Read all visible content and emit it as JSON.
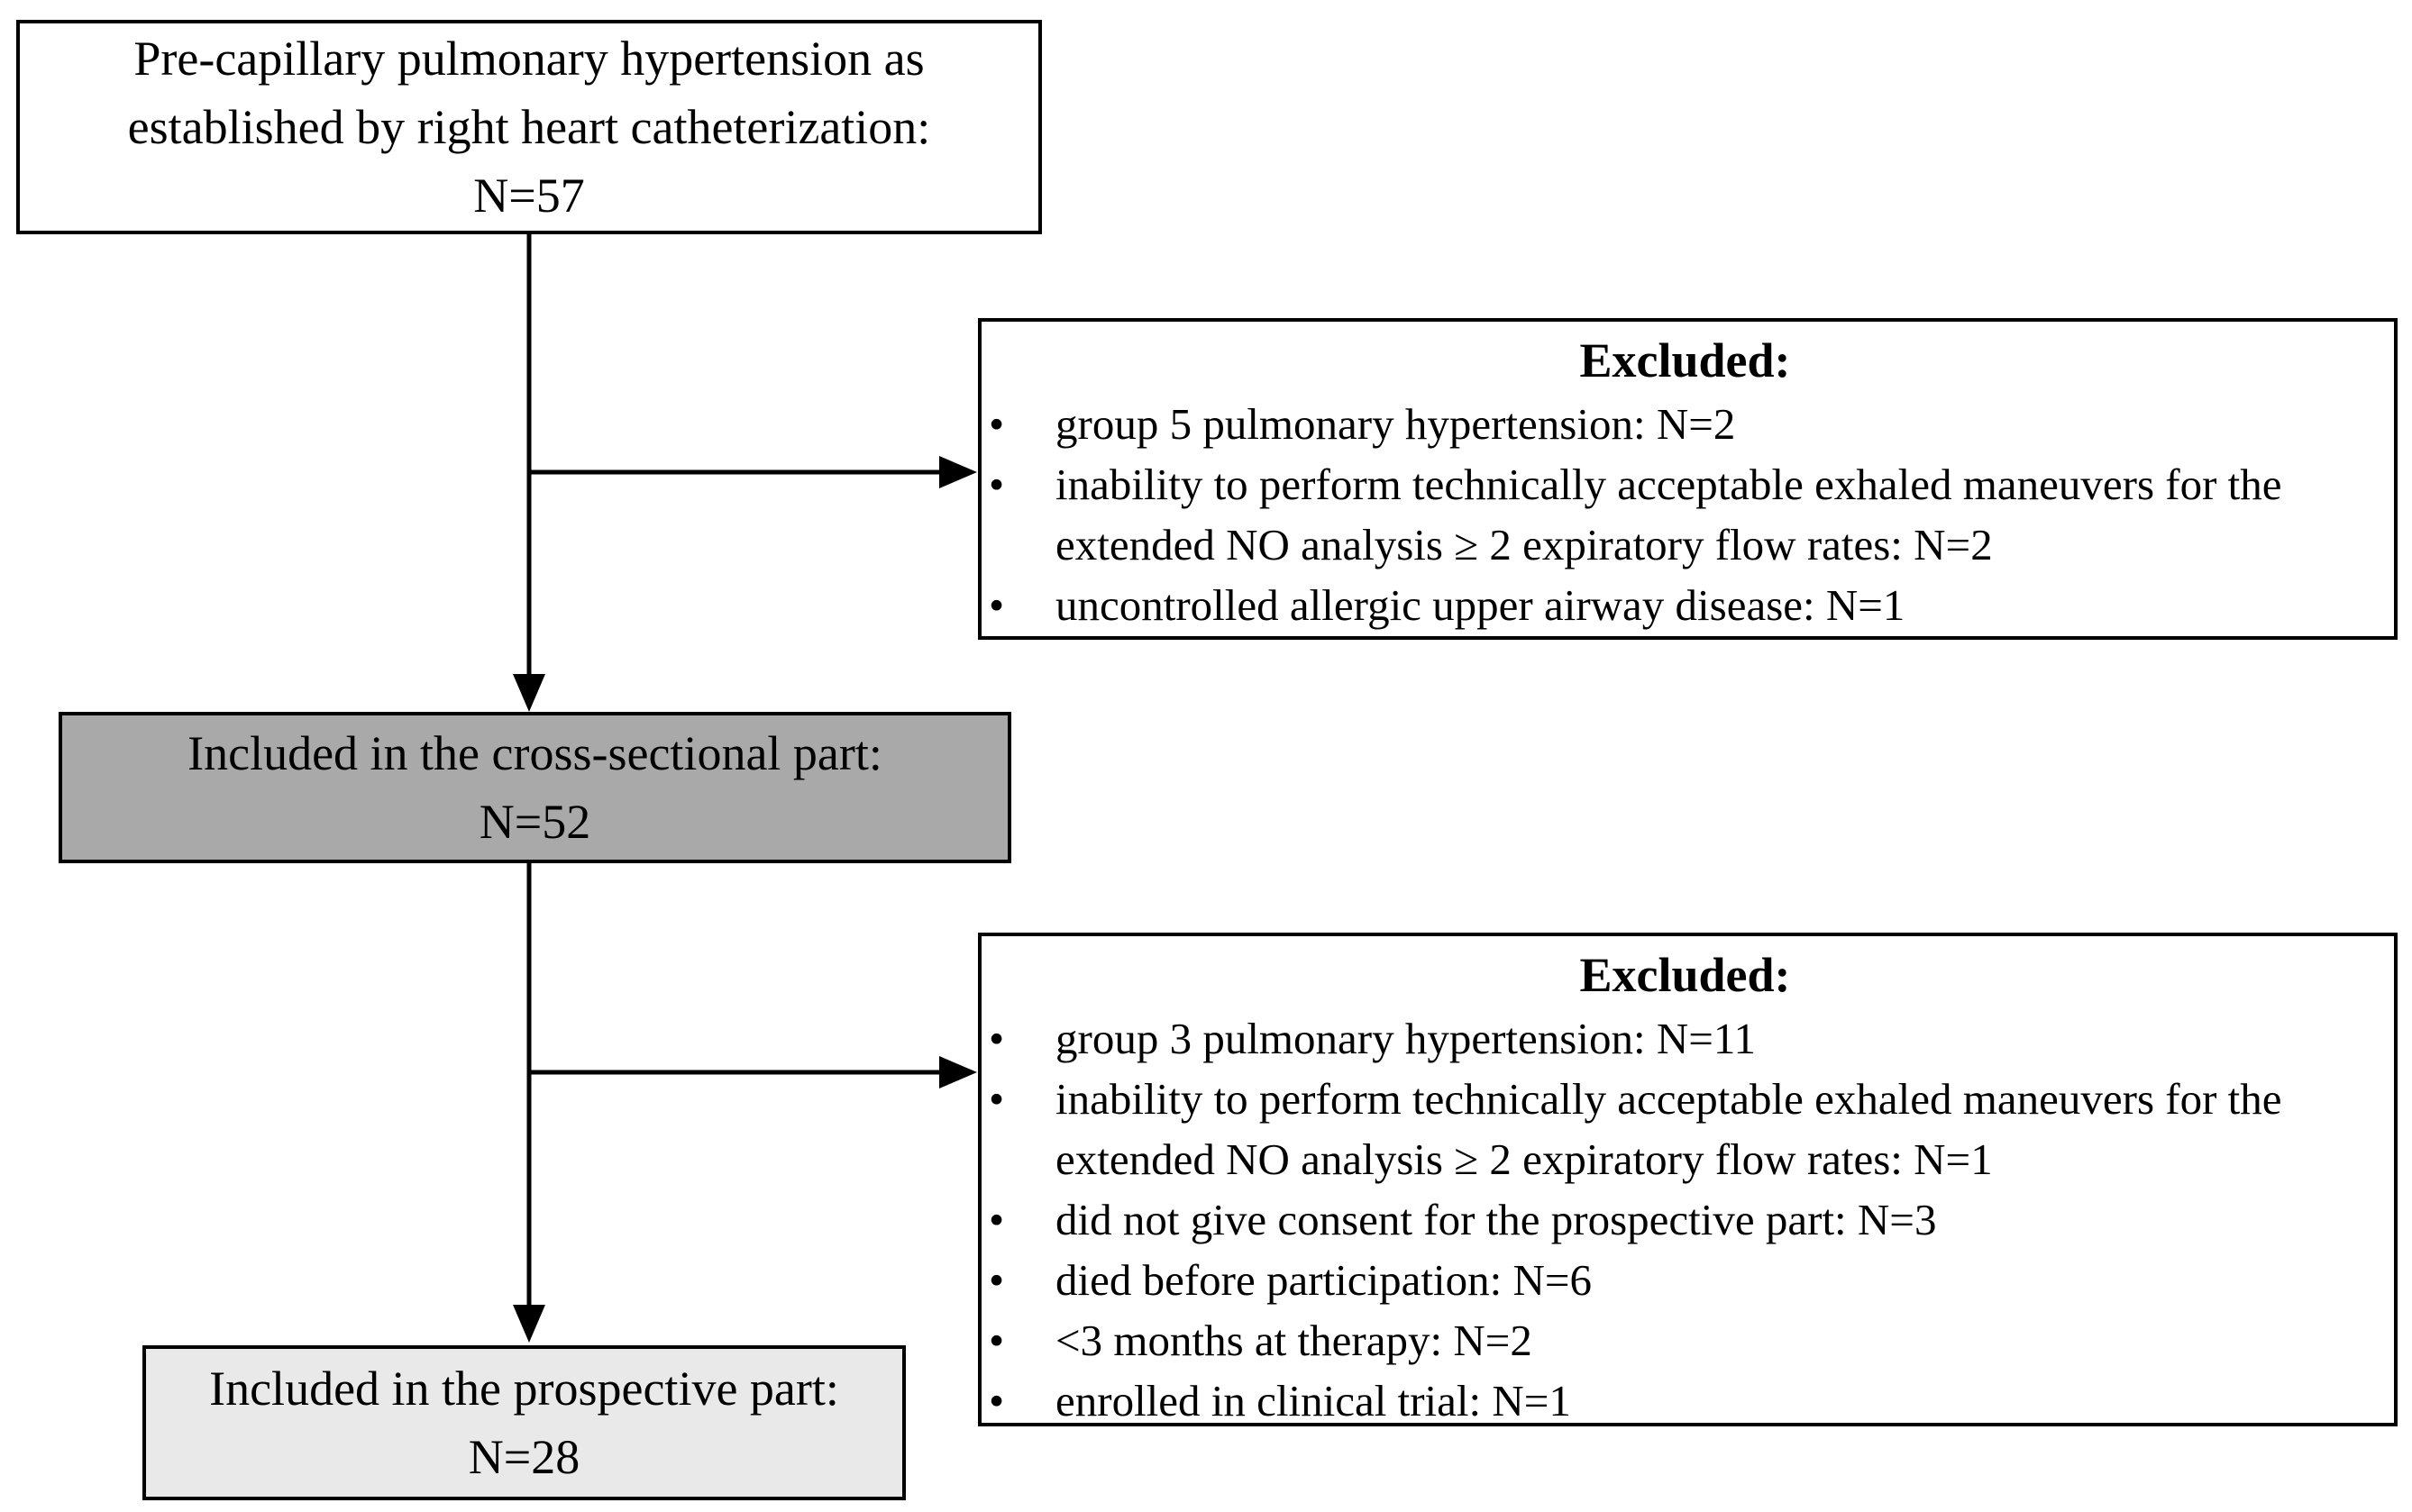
{
  "glyphs": {
    "bullet": "•"
  },
  "flowchart": {
    "source": {
      "label": "Pre-capillary pulmonary hypertension as established by right heart catheterization:",
      "count": "N=57"
    },
    "excluded_first": {
      "title": "Excluded:",
      "items": [
        "group 5 pulmonary hypertension: N=2",
        "inability to perform technically acceptable exhaled maneuvers for the extended NO analysis ≥ 2 expiratory flow rates: N=2",
        "uncontrolled allergic upper airway disease: N=1"
      ]
    },
    "cross_sectional": {
      "label": "Included in the cross-sectional part:",
      "count": "N=52"
    },
    "excluded_second": {
      "title": "Excluded:",
      "items": [
        "group 3 pulmonary hypertension: N=11",
        "inability to perform technically acceptable exhaled maneuvers for the extended NO analysis ≥ 2 expiratory flow rates: N=1",
        "did not give consent for the prospective part: N=3",
        "died before participation: N=6",
        "<3 months at therapy: N=2",
        "enrolled in clinical trial: N=1"
      ]
    },
    "prospective": {
      "label": "Included in the prospective part:",
      "count": "N=28"
    },
    "colors": {
      "border": "#000000",
      "arrow": "#000000",
      "source_fill": "#ffffff",
      "excluded_fill": "#ffffff",
      "cross_sectional_fill": "#a9a9a9",
      "prospective_fill": "#e9e9e9"
    }
  }
}
